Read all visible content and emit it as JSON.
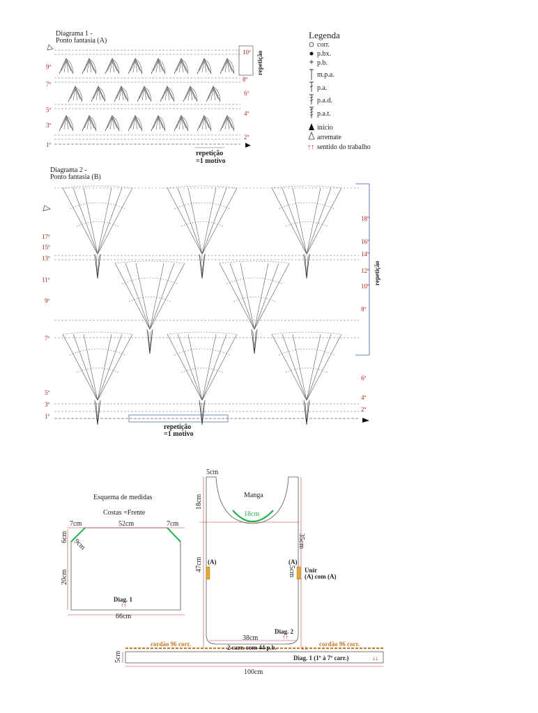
{
  "diagram1": {
    "title": "Diagrama 1 -",
    "subtitle": "Ponto fantasia (A)",
    "rows_left": [
      "9º",
      "7º",
      "5º",
      "3º",
      "1º"
    ],
    "rows_right": [
      "10º",
      "8º",
      "6º",
      "4º",
      "2º"
    ],
    "repeat_side": "repetição",
    "repeat_bottom_1": "repetição",
    "repeat_bottom_2": "=1 motivo"
  },
  "diagram2": {
    "title": "Diagrama 2 -",
    "subtitle": "Ponto fantasia (B)",
    "rows_left": [
      "17º",
      "15º",
      "13º",
      "11º",
      "9º",
      "7º",
      "5º",
      "3º",
      "1º"
    ],
    "rows_right": [
      "18º",
      "16º",
      "14º",
      "12º",
      "10º",
      "8º",
      "6º",
      "4º",
      "2º"
    ],
    "repeat_side": "repetição",
    "repeat_bottom_1": "repetição",
    "repeat_bottom_2": "=1 motivo"
  },
  "legend": {
    "title": "Legenda",
    "items": [
      {
        "symbol": "○",
        "label": "corr."
      },
      {
        "symbol": "●",
        "label": "p.bx."
      },
      {
        "symbol": "+",
        "label": "p.b."
      },
      {
        "symbol": "┬",
        "label": "m.p.a."
      },
      {
        "symbol": "╪",
        "label": "p.a."
      },
      {
        "symbol": "╪",
        "label": "p.a.d."
      },
      {
        "symbol": "╪",
        "label": "p.a.t."
      },
      {
        "symbol": "▲",
        "label": "início"
      },
      {
        "symbol": "△",
        "label": "arremate"
      },
      {
        "symbol": "↑↑",
        "label": "sentido do trabalho"
      }
    ]
  },
  "schema_body": {
    "title": "Esquema de medidas",
    "subtitle": "Costas =Frente",
    "m_7a": "7cm",
    "m_52": "52cm",
    "m_7b": "7cm",
    "m_6": "6cm",
    "m_9": "9cm",
    "m_20": "20cm",
    "diag": "Diag. 1",
    "arrows": "↑↑",
    "m_66": "66cm"
  },
  "schema_sleeve": {
    "title": "Manga",
    "m_5": "5cm",
    "m_18": "18cm",
    "m_18g": "18cm",
    "m_35": "35cm",
    "m_47": "47cm",
    "a_left": "(A)",
    "a_right": "(A)",
    "m_5b": "5cm",
    "unir_1": "Unir",
    "unir_2": "(A) com (A)",
    "diag": "Diag. 2",
    "arrows": "↑↑",
    "m_38": "38cm",
    "carr": "2 carr. com 44 p.b.",
    "carr_arrows": "↓↓"
  },
  "schema_band": {
    "cord_left": "cordão 96 corr.",
    "cord_right": "cordão 96 corr.",
    "m_5": "5cm",
    "diag": "Diag. 1 (1º à 7º carr.)",
    "diag_arrows": "↓↓",
    "m_100": "100cm"
  },
  "colors": {
    "accent_red": "#b3261e",
    "accent_green": "#22b24c",
    "band_orange": "#c9772a"
  }
}
